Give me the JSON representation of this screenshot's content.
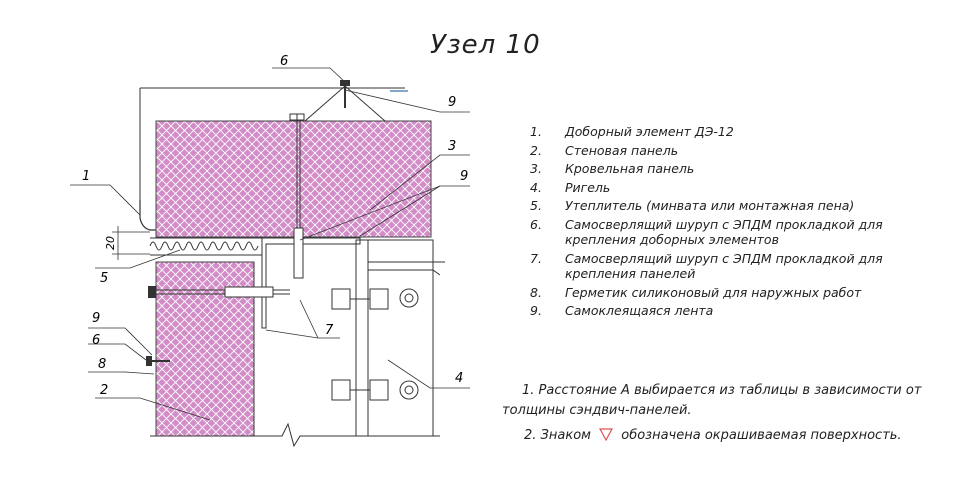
{
  "title": "Узел 10",
  "callouts": {
    "c1": "1",
    "c2": "2",
    "c3": "3",
    "c4": "4",
    "c5": "5",
    "c6a": "6",
    "c6b": "6",
    "c7": "7",
    "c8": "8",
    "c9a": "9",
    "c9b": "9",
    "c9c": "9",
    "dim": "20"
  },
  "legend": [
    {
      "num": "1.",
      "text": "Доборный элемент ДЭ-12"
    },
    {
      "num": "2.",
      "text": "Стеновая панель"
    },
    {
      "num": "3.",
      "text": "Кровельная панель"
    },
    {
      "num": "4.",
      "text": "Ригель"
    },
    {
      "num": "5.",
      "text": "Утеплитель (минвата или монтажная пена)"
    },
    {
      "num": "6.",
      "text": "Самосверлящий шуруп с ЭПДМ прокладкой для крепления доборных элементов"
    },
    {
      "num": "7.",
      "text": "Самосверлящий шуруп с ЭПДМ прокладкой для крепления панелей"
    },
    {
      "num": "8.",
      "text": "Герметик силиконовый для наружных работ"
    },
    {
      "num": "9.",
      "text": "Самоклеящаяся лента"
    }
  ],
  "notes": {
    "n1": "1. Расстояние А выбирается из таблицы в зависимости от толщины сэндвич-панелей.",
    "n2_before": "2. Знаком",
    "n2_after": "обозначена окрашиваемая поверхность."
  },
  "colors": {
    "insulation": "#d28cc8",
    "paint_mark": "#e05050"
  }
}
